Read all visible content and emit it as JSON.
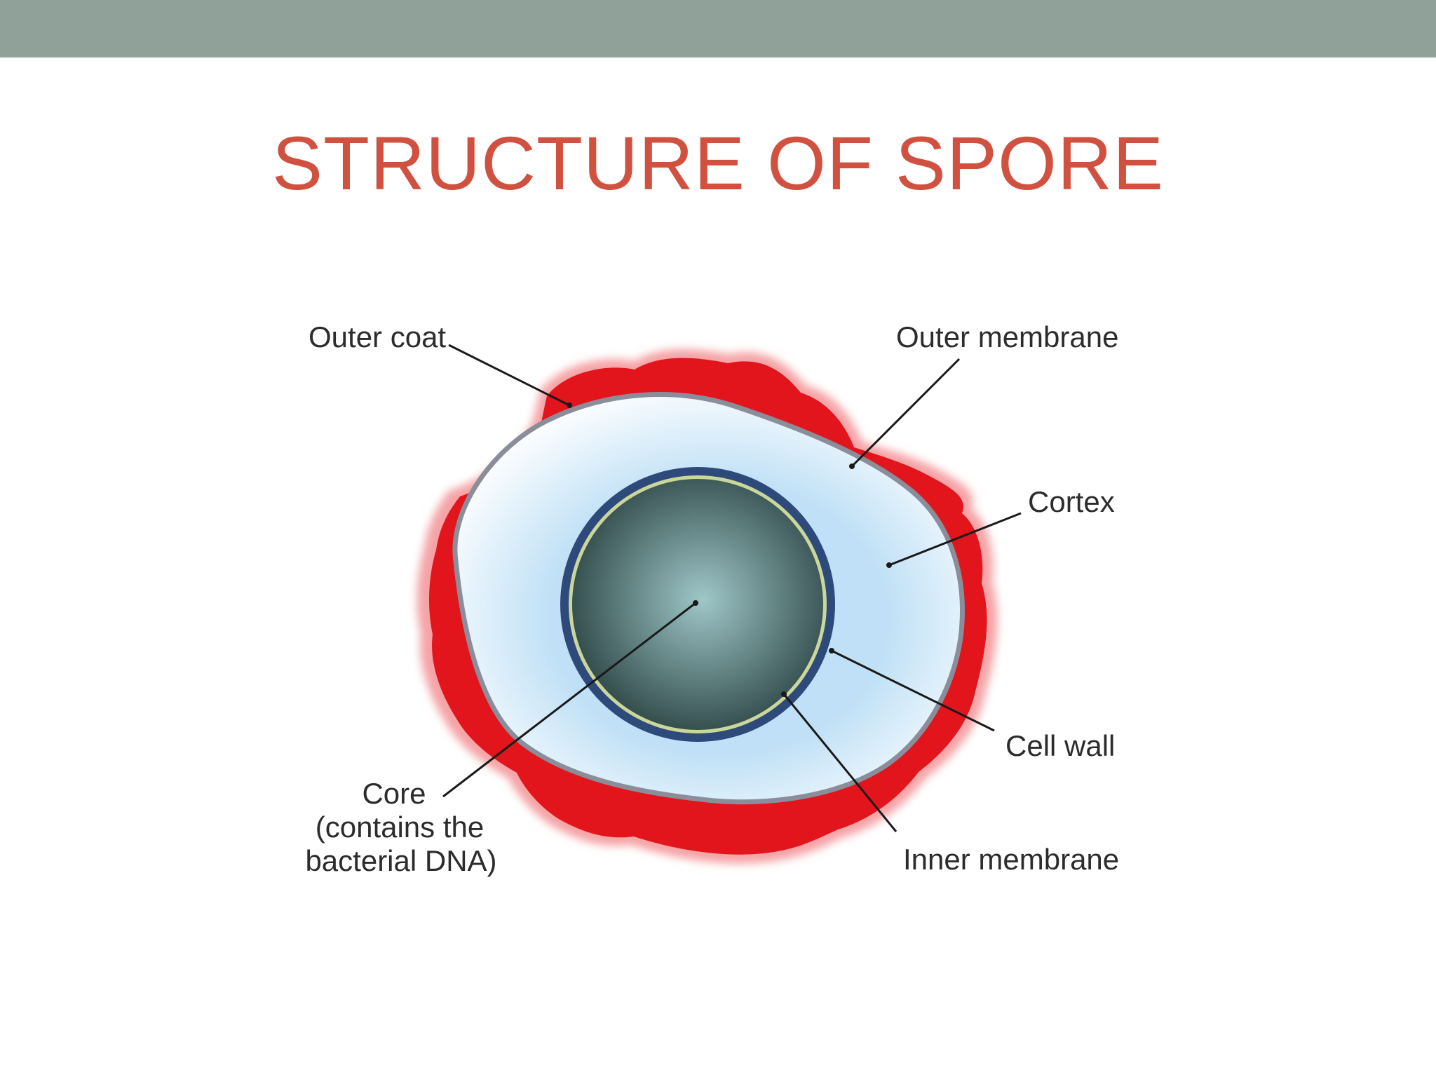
{
  "slide": {
    "title": "STRUCTURE OF SPORE",
    "band_color": "#8fa198",
    "title_color": "#d0513f"
  },
  "diagram": {
    "labels": {
      "outer_coat": "Outer coat",
      "outer_membrane": "Outer membrane",
      "cortex": "Cortex",
      "cell_wall": "Cell wall",
      "inner_membrane": "Inner membrane",
      "core_line1": "Core",
      "core_line2": "(contains the",
      "core_line3": "bacterial DNA)"
    },
    "colors": {
      "outer_coat": "#e2141c",
      "outer_coat_halo": "#f5a3a6",
      "outer_membrane": "#8a8e9a",
      "cortex_center": "#bfe0f6",
      "cortex_edge": "#ffffff",
      "cell_wall": "#2e4a7a",
      "inner_membrane": "#c9d79a",
      "core_center": "#9fc7c8",
      "core_edge": "#2b4343",
      "leader_line": "#1a1a1a"
    }
  }
}
